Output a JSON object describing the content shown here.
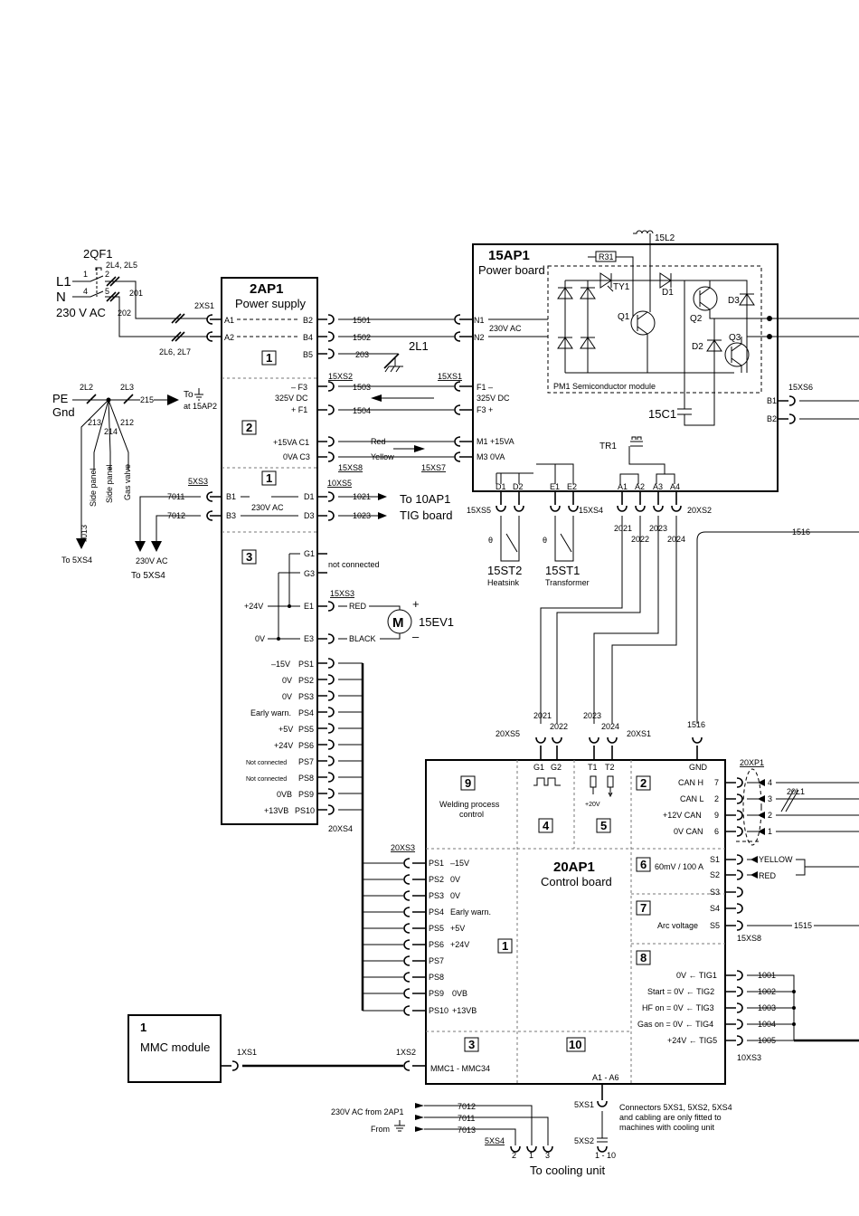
{
  "qf": {
    "name": "2QF1",
    "terminals": [
      "2L4, 2L5",
      "2L6, 2L7"
    ],
    "l1": "L1",
    "n": "N",
    "supply": "230 V AC",
    "pins": [
      "1",
      "2",
      "4",
      "5"
    ],
    "wires": [
      "201",
      "202"
    ]
  },
  "pe": {
    "pe": "PE",
    "gnd": "Gnd",
    "wires": [
      "2L2",
      "2L3",
      "213",
      "214",
      "212",
      "215"
    ],
    "to_ground": "To",
    "at": "at 15AP2",
    "side1": "Side panel",
    "side2": "Side panel",
    "gas": "Gas valve",
    "w7013": "7013",
    "to5xs4": "To 5XS4"
  },
  "ap2": {
    "name": "2AP1",
    "subtitle": "Power supply",
    "conn_in": "2XS1",
    "pins_left": [
      "A1",
      "A2"
    ],
    "pins_right": [
      "B2",
      "B4",
      "B5"
    ],
    "sections": [
      "1",
      "2",
      "1",
      "3"
    ],
    "f": {
      "f3": "– F3",
      "vdc": "325V DC",
      "f1": "+ F1",
      "c1": "+15VA C1",
      "c3": "0VA C3"
    },
    "ac": {
      "b1": "B1",
      "b3": "B3",
      "d1": "D1",
      "d3": "D3",
      "v": "230V AC"
    },
    "g": {
      "g1": "G1",
      "g3": "G3",
      "e1": "E1",
      "e3": "E3",
      "p24": "+24V",
      "z0": "0V",
      "nc": "not connected"
    },
    "ps": [
      {
        "l": "–15V",
        "p": "PS1"
      },
      {
        "l": "0V",
        "p": "PS2"
      },
      {
        "l": "0V",
        "p": "PS3"
      },
      {
        "l": "Early warn.",
        "p": "PS4"
      },
      {
        "l": "+5V",
        "p": "PS5"
      },
      {
        "l": "+24V",
        "p": "PS6"
      },
      {
        "l": "Not connected",
        "p": "PS7"
      },
      {
        "l": "Not connected",
        "p": "PS8"
      },
      {
        "l": "0VB",
        "p": "PS9"
      },
      {
        "l": "+13VB",
        "p": "PS10"
      }
    ],
    "xs4": "20XS4"
  },
  "wires": {
    "w1501": "1501",
    "w1502": "1502",
    "w203": "203",
    "l2l1": "2L1",
    "xs2": "15XS2",
    "xs1": "15XS1",
    "w1503": "1503",
    "w1504": "1504",
    "red": "Red",
    "yellow": "Yellow",
    "xs8": "15XS8",
    "xs7": "15XS7",
    "xs3": "5XS3",
    "w7011": "7011",
    "w7012": "7012",
    "v230": "230V AC",
    "to_5xs4": "To 5XS4",
    "xs5": "10XS5",
    "w1021": "1021",
    "w1023": "1023",
    "to10ap1": "To 10AP1",
    "tig": "TIG board",
    "xs3b": "15XS3",
    "redm": "RED",
    "blackm": "BLACK",
    "motor": "15EV1",
    "w1516": "1516"
  },
  "ap15": {
    "name": "15AP1",
    "subtitle": "Power board",
    "l2": "15L2",
    "r31": "R31",
    "ty1": "TY1",
    "d1": "D1",
    "d2": "D2",
    "d3": "D3",
    "q1": "Q1",
    "q2": "Q2",
    "q3": "Q3",
    "pm1": "PM1 Semiconductor module",
    "c1": "15C1",
    "n1": "N1",
    "n2": "N2",
    "v230": "230V AC",
    "f1": "F1 –",
    "vdc": "325V DC",
    "f3": "F3 +",
    "m1": "M1 +15VA",
    "m3": "M3 0VA",
    "xs6": "15XS6",
    "b1": "B1",
    "b2": "B2",
    "tr1": "TR1",
    "pins": [
      "D1",
      "D2",
      "E1",
      "E2",
      "A1",
      "A2",
      "A3",
      "A4"
    ]
  },
  "sensors": {
    "xs5": "15XS5",
    "xs4": "15XS4",
    "st2": "15ST2",
    "heatsink": "Heatsink",
    "st1": "15ST1",
    "transformer": "Transformer",
    "xs2": "20XS2",
    "w": [
      "2021",
      "2022",
      "2023",
      "2024"
    ]
  },
  "ap20": {
    "name": "20AP1",
    "subtitle": "Control board",
    "xs5": "20XS5",
    "xs1": "20XS1",
    "gnd": "GND",
    "g1": "G1",
    "g2": "G2",
    "t1": "T1",
    "t2": "T2",
    "p20": "+20V",
    "sec": {
      "s9": "9",
      "s2": "2",
      "s4": "4",
      "s5": "5",
      "s6": "6",
      "s7": "7",
      "s8": "8",
      "s1": "1",
      "s3": "3",
      "s10": "10"
    },
    "welding": "Welding process control",
    "can": [
      {
        "l": "CAN H",
        "n": "7"
      },
      {
        "l": "CAN L",
        "n": "2"
      },
      {
        "l": "+12V CAN",
        "n": "9"
      },
      {
        "l": "0V CAN",
        "n": "6"
      }
    ],
    "xp1": "20XP1",
    "xp_pins": [
      "4",
      "3",
      "2",
      "1"
    ],
    "l20": "20L1",
    "shunt": "60mV / 100 A",
    "s1": "S1",
    "s2": "S2",
    "s3": "S3",
    "s4": "S4",
    "s5": "S5",
    "yellow": "YELLOW",
    "red": "RED",
    "arc": "Arc voltage",
    "w1515": "1515",
    "xs8": "15XS8",
    "tig": [
      {
        "l": "0V ← TIG1",
        "w": "1001"
      },
      {
        "l": "Start = 0V ← TIG2",
        "w": "1002"
      },
      {
        "l": "HF on = 0V ← TIG3",
        "w": "1003"
      },
      {
        "l": "Gas on = 0V ← TIG4",
        "w": "1004"
      },
      {
        "l": "+24V ← TIG5",
        "w": "1005"
      }
    ],
    "xs3_10": "10XS3",
    "xs3": "20XS3",
    "ps": [
      {
        "p": "PS1",
        "l": "–15V"
      },
      {
        "p": "PS2",
        "l": "0V"
      },
      {
        "p": "PS3",
        "l": "0V"
      },
      {
        "p": "PS4",
        "l": "Early warn."
      },
      {
        "p": "PS5",
        "l": "+5V"
      },
      {
        "p": "PS6",
        "l": "+24V"
      },
      {
        "p": "PS7",
        "l": ""
      },
      {
        "p": "PS8",
        "l": ""
      },
      {
        "p": "PS9",
        "l": "0VB"
      },
      {
        "p": "PS10",
        "l": "+13VB"
      }
    ],
    "mmc": "MMC1 - MMC34",
    "xs2": "1XS2",
    "a16": "A1 - A6"
  },
  "mmc": {
    "num": "1",
    "name": "MMC module",
    "xs1": "1XS1"
  },
  "cooling": {
    "xs1": "5XS1",
    "xs2": "5XS2",
    "xs4": "5XS4",
    "from2ap1": "230V AC from 2AP1",
    "from": "From",
    "w7012": "7012",
    "w7011": "7011",
    "w7013": "7013",
    "pins": [
      "2",
      "1",
      "3"
    ],
    "p110": "1 - 10",
    "note1": "Connectors 5XS1, 5XS2, 5XS4",
    "note2": "and cabling are only fitted to",
    "note3": "machines with cooling unit",
    "to": "To cooling unit"
  }
}
